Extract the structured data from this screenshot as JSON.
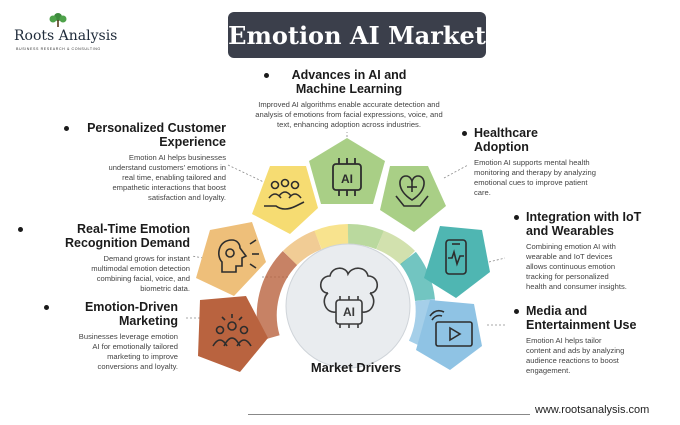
{
  "brand": {
    "name": "Roots Analysis",
    "tagline": "BUSINESS RESEARCH & CONSULTING"
  },
  "title": "Emotion AI Market",
  "center_label": "Market Drivers",
  "center_icon_text": "AI",
  "footer_url": "www.rootsanalysis.com",
  "colors": {
    "title_bg": "#3b3f4b",
    "green": "#a9cf86",
    "yellow": "#f6dc72",
    "orange": "#eebf7a",
    "brown": "#b9633f",
    "teal": "#4fb6b2",
    "blue": "#8fc3e4"
  },
  "drivers": [
    {
      "id": "ai_ml",
      "title_line1": "Advances in AI and",
      "title_line2": "Machine Learning",
      "body": [
        "Improved AI algorithms enable accurate detection and",
        "analysis of emotions from facial expressions, voice, and",
        "text, enhancing adoption across industries."
      ],
      "icon": "ai-chip-icon",
      "color": "#a9cf86"
    },
    {
      "id": "personalized",
      "title_line1": "Personalized Customer",
      "title_line2": "Experience",
      "body": [
        "Emotion AI helps businesses",
        "understand customers' emotions in",
        "real time, enabling tailored and",
        "empathetic interactions that boost",
        "satisfaction and loyalty."
      ],
      "icon": "customer-care-hands-icon",
      "color": "#f6dc72"
    },
    {
      "id": "realtime",
      "title_line1": "Real-Time Emotion",
      "title_line2": "Recognition Demand",
      "body": [
        "Demand grows for instant",
        "multimodal emotion detection",
        "combining facial, voice, and",
        "biometric data."
      ],
      "icon": "head-gears-icon",
      "color": "#eebf7a"
    },
    {
      "id": "marketing",
      "title_line1": "Emotion-Driven",
      "title_line2": "Marketing",
      "body": [
        "Businesses leverage emotion",
        "AI for emotionally tailored",
        "marketing to improve",
        "conversions and loyalty."
      ],
      "icon": "audience-group-icon",
      "color": "#b9633f"
    },
    {
      "id": "healthcare",
      "title_line1": "Healthcare",
      "title_line2": "Adoption",
      "body": [
        "Emotion AI supports mental health",
        "monitoring and therapy by analyzing",
        "emotional cues to improve patient",
        "care."
      ],
      "icon": "heart-hands-icon",
      "color": "#a9cf86"
    },
    {
      "id": "iot",
      "title_line1": "Integration with IoT",
      "title_line2": "and Wearables",
      "body": [
        "Combining emotion AI with",
        "wearable and IoT devices",
        "allows continuous emotion",
        "tracking for personalized",
        "health and consumer insights."
      ],
      "icon": "phone-heartbeat-icon",
      "color": "#4fb6b2"
    },
    {
      "id": "media",
      "title_line1": "Media and",
      "title_line2": "Entertainment Use",
      "body": [
        "Emotion AI helps tailor",
        "content and ads by analyzing",
        "audience reactions to boost",
        "engagement."
      ],
      "icon": "video-play-icon",
      "color": "#8fc3e4"
    }
  ]
}
